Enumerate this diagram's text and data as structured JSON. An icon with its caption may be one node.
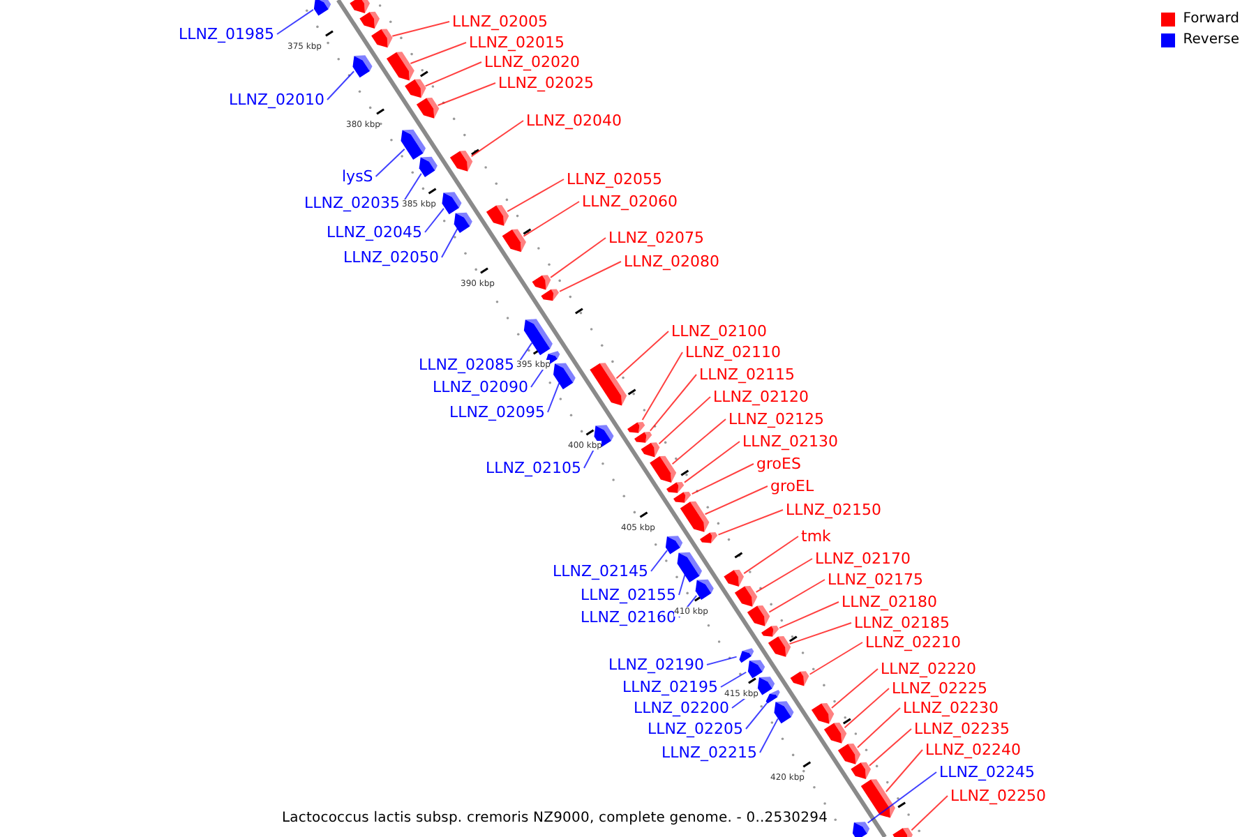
{
  "diagram": {
    "caption": "Lactococcus lactis subsp. cremoris NZ9000, complete genome. - 0..2530294",
    "nodes": [
      {
        "text": [
          "LLNZ_02005"
        ]
      },
      {
        "text": [
          "LLNZ_01985"
        ]
      },
      {
        "text": [
          "LLNZ_02015"
        ]
      },
      {
        "text": [
          "LLNZ_02020"
        ]
      },
      {
        "text": [
          "LLNZ_02025"
        ]
      },
      {
        "text": [
          "LLNZ_02010"
        ]
      },
      {
        "text": [
          "LLNZ_02040"
        ]
      },
      {
        "text": [
          "lysS"
        ]
      },
      {
        "text": [
          "LLNZ_02055"
        ]
      },
      {
        "text": [
          "LLNZ_02060"
        ]
      },
      {
        "text": [
          "LLNZ_02035"
        ]
      },
      {
        "text": [
          "LLNZ_02045"
        ]
      },
      {
        "text": [
          "LLNZ_02075"
        ]
      },
      {
        "text": [
          "LLNZ_02050"
        ]
      },
      {
        "text": [
          "LLNZ_02080"
        ]
      },
      {
        "text": [
          "LLNZ_02100"
        ]
      },
      {
        "text": [
          "LLNZ_02110"
        ]
      },
      {
        "text": [
          "LLNZ_02085"
        ]
      },
      {
        "text": [
          "LLNZ_02115"
        ]
      },
      {
        "text": [
          "LLNZ_02090"
        ]
      },
      {
        "text": [
          "LLNZ_02120"
        ]
      },
      {
        "text": [
          "LLNZ_02095"
        ]
      },
      {
        "text": [
          "LLNZ_02125"
        ]
      },
      {
        "text": [
          "LLNZ_02130"
        ]
      },
      {
        "text": [
          "groES"
        ]
      },
      {
        "text": [
          "LLNZ_02105"
        ]
      },
      {
        "text": [
          "groEL"
        ]
      },
      {
        "text": [
          "LLNZ_02150"
        ]
      },
      {
        "text": [
          "tmk"
        ]
      },
      {
        "text": [
          "LLNZ_02170"
        ]
      },
      {
        "text": [
          "LLNZ_02145"
        ]
      },
      {
        "text": [
          "LLNZ_02175"
        ]
      },
      {
        "text": [
          "LLNZ_02155"
        ]
      },
      {
        "text": [
          "LLNZ_02180"
        ]
      },
      {
        "text": [
          "LLNZ_02160"
        ]
      },
      {
        "text": [
          "LLNZ_02185"
        ]
      },
      {
        "text": [
          "LLNZ_02210"
        ]
      },
      {
        "text": [
          "LLNZ_02190"
        ]
      },
      {
        "text": [
          "LLNZ_02220"
        ]
      },
      {
        "text": [
          "LLNZ_02195"
        ]
      },
      {
        "text": [
          "LLNZ_02225"
        ]
      },
      {
        "text": [
          "LLNZ_02200"
        ]
      },
      {
        "text": [
          "LLNZ_02230"
        ]
      },
      {
        "text": [
          "LLNZ_02205"
        ]
      },
      {
        "text": [
          "LLNZ_02235"
        ]
      },
      {
        "text": [
          "LLNZ_02240"
        ]
      },
      {
        "text": [
          "LLNZ_02215"
        ]
      },
      {
        "text": [
          "LLNZ_02245"
        ]
      },
      {
        "text": [
          "LLNZ_02250"
        ]
      },
      {
        "text": [],
        "shape": "arrow"
      },
      {
        "text": [],
        "shape": "arrow"
      },
      {
        "text": [],
        "shape": "arrow"
      },
      {
        "text": [],
        "shape": "arrow"
      },
      {
        "text": [],
        "shape": "arrow"
      },
      {
        "text": [],
        "shape": "arrow"
      },
      {
        "text": [],
        "shape": "arrow"
      },
      {
        "text": [],
        "shape": "arrow"
      },
      {
        "text": [],
        "shape": "arrow"
      },
      {
        "text": [],
        "shape": "arrow"
      },
      {
        "text": [],
        "shape": "arrow"
      },
      {
        "text": [],
        "shape": "arrow"
      },
      {
        "text": [],
        "shape": "arrow"
      },
      {
        "text": [],
        "shape": "arrow"
      },
      {
        "text": [],
        "shape": "arrow"
      },
      {
        "text": [],
        "shape": "arrow"
      },
      {
        "text": [],
        "shape": "arrow"
      },
      {
        "text": [],
        "shape": "arrow"
      },
      {
        "text": [],
        "shape": "arrow"
      },
      {
        "text": [],
        "shape": "arrow"
      },
      {
        "text": [],
        "shape": "arrow"
      },
      {
        "text": [],
        "shape": "arrow"
      },
      {
        "text": [],
        "shape": "arrow"
      },
      {
        "text": [],
        "shape": "arrow"
      },
      {
        "text": [],
        "shape": "arrow"
      },
      {
        "text": [],
        "shape": "arrow"
      },
      {
        "text": [],
        "shape": "arrow"
      },
      {
        "text": [],
        "shape": "arrow"
      },
      {
        "text": [],
        "shape": "arrow"
      },
      {
        "text": [],
        "shape": "arrow"
      },
      {
        "text": [],
        "shape": "arrow"
      },
      {
        "text": [],
        "shape": "arrow"
      },
      {
        "text": [],
        "shape": "arrow"
      },
      {
        "text": [],
        "shape": "arrow"
      },
      {
        "text": [],
        "shape": "arrow"
      },
      {
        "text": [],
        "shape": "arrow"
      },
      {
        "text": [],
        "shape": "arrow"
      },
      {
        "text": [],
        "shape": "arrow"
      },
      {
        "text": [],
        "shape": "arrow"
      },
      {
        "text": [],
        "shape": "arrow"
      },
      {
        "text": [],
        "shape": "arrow"
      },
      {
        "text": [],
        "shape": "arrow"
      },
      {
        "text": [],
        "shape": "arrow"
      },
      {
        "text": [],
        "shape": "arrow"
      },
      {
        "text": [],
        "shape": "arrow"
      },
      {
        "text": [],
        "shape": "arrow"
      },
      {
        "text": [],
        "shape": "arrow"
      },
      {
        "text": [],
        "shape": "arrow"
      },
      {
        "text": [],
        "shape": "arrow"
      },
      {
        "text": [],
        "shape": "arrow"
      },
      {
        "text": [],
        "shape": "arrow"
      }
    ],
    "edges": [
      {
        "from": 0,
        "to": 52,
        "arrow": "none"
      },
      {
        "from": 1,
        "to": 49,
        "arrow": "none",
        "color": "#0000ff"
      },
      {
        "from": 2,
        "to": 54,
        "arrow": "none"
      },
      {
        "from": 3,
        "to": 55,
        "arrow": "none"
      },
      {
        "from": 4,
        "to": 56,
        "arrow": "none"
      },
      {
        "from": 5,
        "to": 53,
        "arrow": "none",
        "color": "#0000ff"
      },
      {
        "from": 6,
        "to": 58,
        "arrow": "none"
      },
      {
        "from": 7,
        "to": 57,
        "arrow": "none",
        "color": "#0000ff"
      },
      {
        "from": 8,
        "to": 61,
        "arrow": "none"
      },
      {
        "from": 9,
        "to": 63,
        "arrow": "none"
      },
      {
        "from": 10,
        "to": 59,
        "arrow": "none",
        "color": "#0000ff"
      },
      {
        "from": 11,
        "to": 60,
        "arrow": "none",
        "color": "#0000ff"
      },
      {
        "from": 12,
        "to": 64,
        "arrow": "none"
      },
      {
        "from": 13,
        "to": 62,
        "arrow": "none",
        "color": "#0000ff"
      },
      {
        "from": 14,
        "to": 65,
        "arrow": "none"
      },
      {
        "from": 15,
        "to": 69,
        "arrow": "none"
      },
      {
        "from": 16,
        "to": 70,
        "arrow": "none"
      },
      {
        "from": 17,
        "to": 66,
        "arrow": "none",
        "color": "#0000ff"
      },
      {
        "from": 18,
        "to": 72,
        "arrow": "none"
      },
      {
        "from": 19,
        "to": 67,
        "arrow": "none",
        "color": "#0000ff"
      },
      {
        "from": 20,
        "to": 73,
        "arrow": "none"
      },
      {
        "from": 21,
        "to": 68,
        "arrow": "none",
        "color": "#0000ff"
      },
      {
        "from": 22,
        "to": 74,
        "arrow": "none"
      },
      {
        "from": 23,
        "to": 75,
        "arrow": "none"
      },
      {
        "from": 24,
        "to": 76,
        "arrow": "none"
      },
      {
        "from": 25,
        "to": 71,
        "arrow": "none",
        "color": "#0000ff"
      },
      {
        "from": 26,
        "to": 77,
        "arrow": "none"
      },
      {
        "from": 27,
        "to": 78,
        "arrow": "none"
      },
      {
        "from": 28,
        "to": 81,
        "arrow": "none"
      },
      {
        "from": 29,
        "to": 83,
        "arrow": "none"
      },
      {
        "from": 30,
        "to": 79,
        "arrow": "none",
        "color": "#0000ff"
      },
      {
        "from": 31,
        "to": 84,
        "arrow": "none"
      },
      {
        "from": 32,
        "to": 80,
        "arrow": "none",
        "color": "#0000ff"
      },
      {
        "from": 33,
        "to": 85,
        "arrow": "none"
      },
      {
        "from": 34,
        "to": 82,
        "arrow": "none",
        "color": "#0000ff"
      },
      {
        "from": 35,
        "to": 86,
        "arrow": "none"
      },
      {
        "from": 36,
        "to": 89,
        "arrow": "none"
      },
      {
        "from": 37,
        "to": 87,
        "arrow": "none",
        "color": "#0000ff"
      },
      {
        "from": 38,
        "to": 93,
        "arrow": "none"
      },
      {
        "from": 39,
        "to": 88,
        "arrow": "none",
        "color": "#0000ff"
      },
      {
        "from": 40,
        "to": 94,
        "arrow": "none"
      },
      {
        "from": 41,
        "to": 90,
        "arrow": "none",
        "color": "#0000ff"
      },
      {
        "from": 42,
        "to": 95,
        "arrow": "none"
      },
      {
        "from": 43,
        "to": 91,
        "arrow": "none",
        "color": "#0000ff"
      },
      {
        "from": 44,
        "to": 96,
        "arrow": "none"
      },
      {
        "from": 45,
        "to": 97,
        "arrow": "none"
      },
      {
        "from": 46,
        "to": 92,
        "arrow": "none",
        "color": "#0000ff"
      },
      {
        "from": 47,
        "to": 98,
        "arrow": "none",
        "color": "#0000ff"
      },
      {
        "from": 48,
        "to": 99,
        "arrow": "none"
      }
    ],
    "labels": [
      "375 kbp",
      "380 kbp",
      "385 kbp",
      "390 kbp",
      "395 kbp",
      "400 kbp",
      "405 kbp",
      "410 kbp",
      "415 kbp",
      "420 kbp"
    ],
    "legend": [
      {
        "text": "Forward",
        "color": "#ff0000"
      },
      {
        "text": "Reverse",
        "color": "#0000ff"
      }
    ]
  }
}
